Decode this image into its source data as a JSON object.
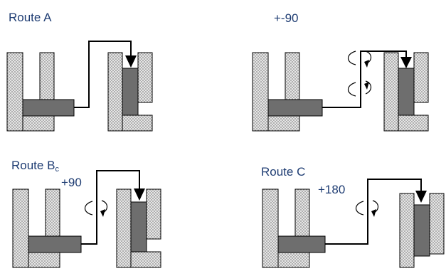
{
  "labels": {
    "route_a": "Route A",
    "pm90": "+-90",
    "route_bc_main": "Route B",
    "route_bc_sub": "c",
    "plus90": "+90",
    "route_c": "Route C",
    "plus180": "+180"
  },
  "colors": {
    "label_text": "#1f3d73",
    "die_fill_dark": "#6e6e6e",
    "outline": "#000000",
    "pattern_dot": "#7a7a7a",
    "pattern_bg": "#e8e8e8"
  },
  "icons": [
    "rotation-arrow-icon",
    "arrow-head-icon"
  ]
}
